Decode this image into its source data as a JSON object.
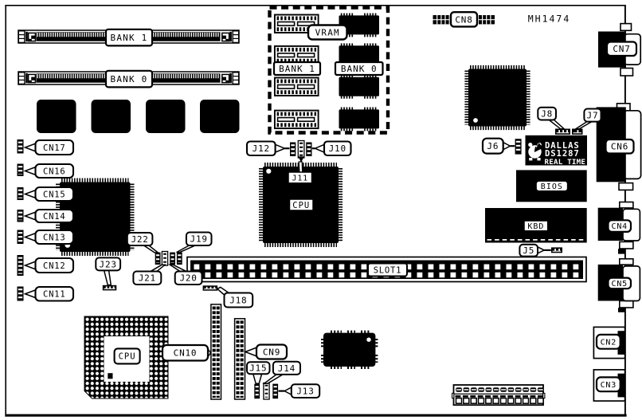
{
  "colors": {
    "ink": "#000000",
    "paper": "#ffffff"
  },
  "board": {
    "part_number": "MH1474"
  },
  "memory": {
    "bank1_label": "BANK 1",
    "bank0_label": "BANK 0"
  },
  "vram_area": {
    "vram_label": "VRAM",
    "bank1_label": "BANK 1",
    "bank0_label": "BANK 0"
  },
  "chips": {
    "cpu_label": "CPU",
    "cpu_socket_label": "CPU",
    "bios_label": "BIOS",
    "kbd_label": "KBD",
    "rtc": {
      "line1": "DALLAS",
      "line2": "DS1287",
      "line3": "REAL TIME"
    }
  },
  "slot": {
    "label": "SLOT1"
  },
  "connectors": {
    "cn2": "CN2",
    "cn3": "CN3",
    "cn4": "CN4",
    "cn5": "CN5",
    "cn6": "CN6",
    "cn7": "CN7",
    "cn8": "CN8",
    "cn9": "CN9",
    "cn10": "CN10",
    "cn11": "CN11",
    "cn12": "CN12",
    "cn13": "CN13",
    "cn14": "CN14",
    "cn15": "CN15",
    "cn16": "CN16",
    "cn17": "CN17"
  },
  "jumpers": {
    "j5": "J5",
    "j6": "J6",
    "j7": "J7",
    "j8": "J8",
    "j10": "J10",
    "j11": "J11",
    "j12": "J12",
    "j13": "J13",
    "j14": "J14",
    "j15": "J15",
    "j18": "J18",
    "j19": "J19",
    "j20": "J20",
    "j21": "J21",
    "j22": "J22",
    "j23": "J23"
  }
}
